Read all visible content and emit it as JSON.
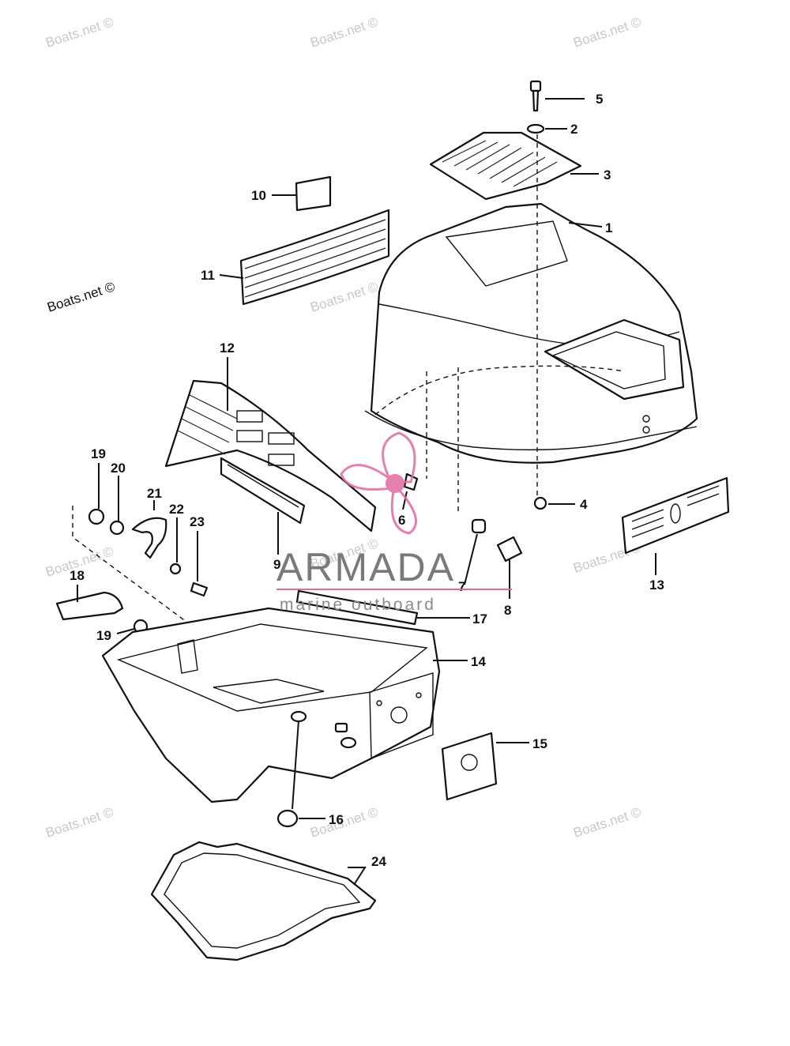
{
  "watermark": {
    "text": "Boats.net ©"
  },
  "logo": {
    "brand": "ARMADA",
    "tagline": "marine outboard",
    "color": "#e06aa0"
  },
  "callouts": [
    {
      "id": "1",
      "label": "1"
    },
    {
      "id": "2",
      "label": "2"
    },
    {
      "id": "3",
      "label": "3"
    },
    {
      "id": "4",
      "label": "4"
    },
    {
      "id": "5",
      "label": "5"
    },
    {
      "id": "6",
      "label": "6"
    },
    {
      "id": "7",
      "label": "7"
    },
    {
      "id": "8",
      "label": "8"
    },
    {
      "id": "9",
      "label": "9"
    },
    {
      "id": "10",
      "label": "10"
    },
    {
      "id": "11",
      "label": "11"
    },
    {
      "id": "12",
      "label": "12"
    },
    {
      "id": "13",
      "label": "13"
    },
    {
      "id": "14",
      "label": "14"
    },
    {
      "id": "15",
      "label": "15"
    },
    {
      "id": "16",
      "label": "16"
    },
    {
      "id": "17",
      "label": "17"
    },
    {
      "id": "18",
      "label": "18"
    },
    {
      "id": "19a",
      "label": "19"
    },
    {
      "id": "19b",
      "label": "19"
    },
    {
      "id": "20",
      "label": "20"
    },
    {
      "id": "21",
      "label": "21"
    },
    {
      "id": "22",
      "label": "22"
    },
    {
      "id": "23",
      "label": "23"
    },
    {
      "id": "24",
      "label": "24"
    }
  ]
}
